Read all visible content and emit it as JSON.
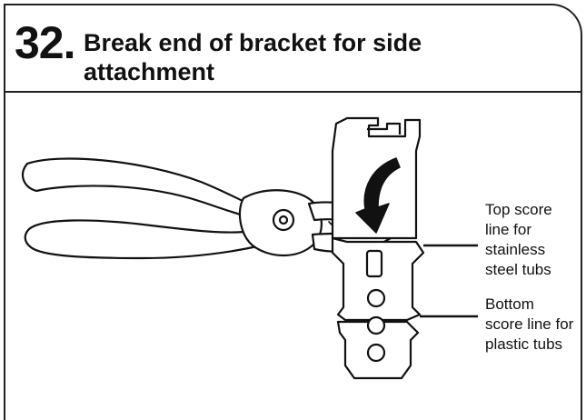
{
  "step": {
    "number": "32.",
    "title": "Break end of bracket for side attachment"
  },
  "callouts": {
    "top": "Top score line for stainless steel tubs",
    "bottom": "Bottom score line for plastic tubs"
  },
  "icons": {
    "arrow": "curved-arrow-icon",
    "tool": "pliers-icon"
  }
}
